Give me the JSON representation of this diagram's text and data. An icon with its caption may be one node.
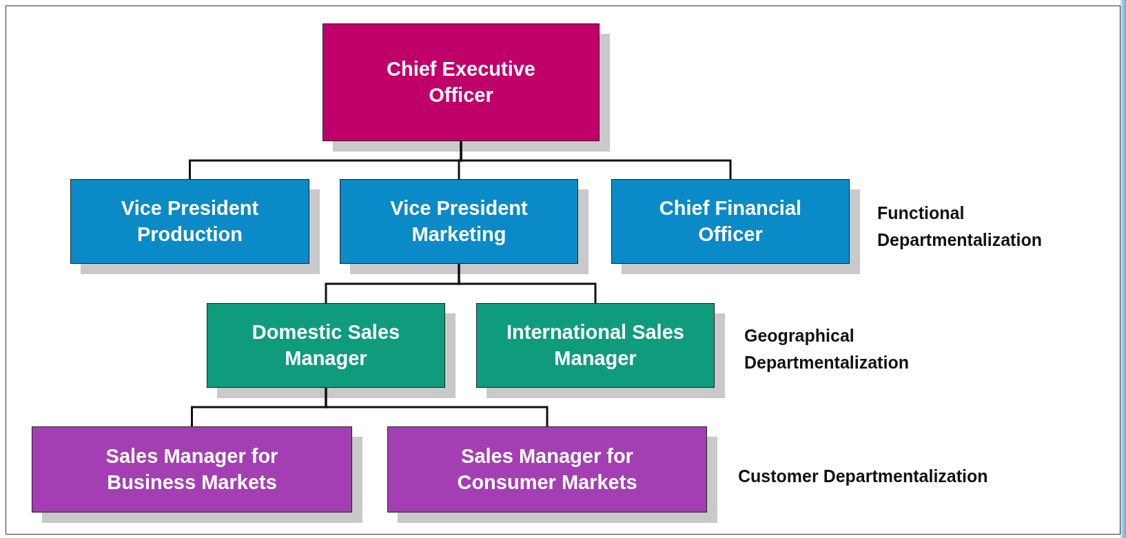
{
  "diagram": {
    "nodes": [
      {
        "text": [
          "Chief Executive Officer"
        ]
      },
      {
        "text": [
          "Vice President Production"
        ]
      },
      {
        "text": [
          "Vice President Marketing"
        ]
      },
      {
        "text": [
          "Chief Financial Officer"
        ]
      },
      {
        "text": [
          "Domestic Sales Manager"
        ]
      },
      {
        "text": [
          "International Sales Manager"
        ]
      },
      {
        "text": [
          "Sales Manager for Business Markets"
        ]
      },
      {
        "text": [
          "Sales Manager for Consumer Markets"
        ]
      }
    ],
    "edges": [
      {
        "from": 0,
        "to": 1,
        "arrow": "none"
      },
      {
        "from": 0,
        "to": 2,
        "arrow": "none"
      },
      {
        "from": 0,
        "to": 3,
        "arrow": "none"
      },
      {
        "from": 2,
        "to": 4,
        "arrow": "none"
      },
      {
        "from": 2,
        "to": 5,
        "arrow": "none"
      },
      {
        "from": 4,
        "to": 6,
        "arrow": "none"
      },
      {
        "from": 4,
        "to": 7,
        "arrow": "none"
      }
    ],
    "labels": [
      "Functional Departmentalization",
      "Geographical Departmentalization",
      "Customer Departmentalization"
    ]
  }
}
